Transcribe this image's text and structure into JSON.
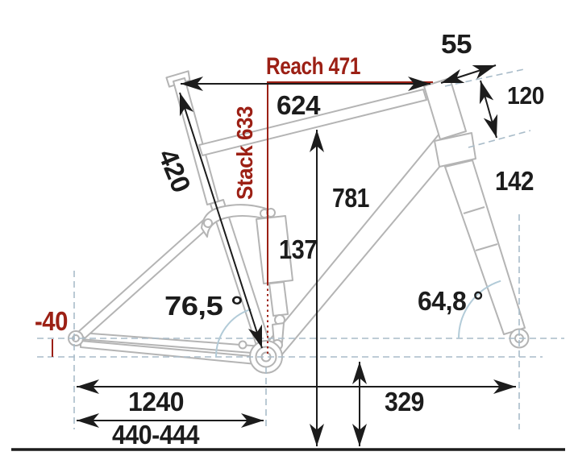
{
  "diagram": {
    "type": "bicycle-frame-geometry",
    "colors": {
      "accent_red": "#9c2015",
      "frame_gray": "#b4b4b4",
      "guide_blue": "#a9bcc9",
      "arc_blue": "#b2cbd8",
      "ink_black": "#1c1c1c"
    },
    "measurements": {
      "reach_label": "Reach 471",
      "stack_label": "Stack 633",
      "top_tube_length": "624",
      "seat_tube_length": "420",
      "stem_length": "55",
      "fork_travel": "120",
      "head_tube_length": "142",
      "standover_height": "781",
      "shock_length": "137",
      "seat_tube_angle": "76,5 °",
      "head_tube_angle": "64,8 °",
      "bb_drop": "-40",
      "wheelbase": "1240",
      "chainstay_length": "440-444",
      "bb_height": "329"
    }
  }
}
